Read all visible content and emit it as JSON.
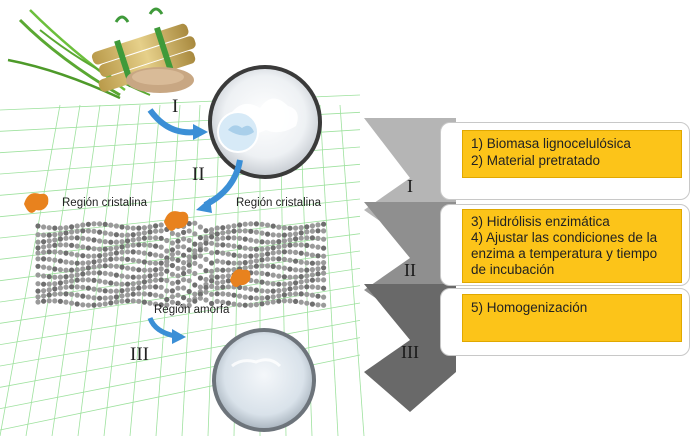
{
  "diagram": {
    "region_labels": {
      "crystalline_left": "Región cristalina",
      "crystalline_right": "Región cristalina",
      "amorphous": "Región amorfa"
    },
    "left_step_numerals": [
      "I",
      "II",
      "III"
    ],
    "stages": [
      {
        "numeral": "I",
        "color": "#b5b5b5",
        "lines": [
          "1) Biomasa lignocelulósica",
          "2) Material pretratado"
        ]
      },
      {
        "numeral": "II",
        "color": "#8f8f8f",
        "lines": [
          "3) Hidrólisis enzimática",
          "4) Ajustar las condiciones de la",
          "enzima a temperatura y tiempo",
          "de incubación"
        ]
      },
      {
        "numeral": "III",
        "color": "#696969",
        "lines": [
          "5) Homogenización"
        ]
      }
    ],
    "colors": {
      "panel": "#fcc419",
      "arrow_blue": "#3b8fd6",
      "grid_green": "#7ed87e",
      "enzyme_orange": "#e8821e"
    }
  }
}
